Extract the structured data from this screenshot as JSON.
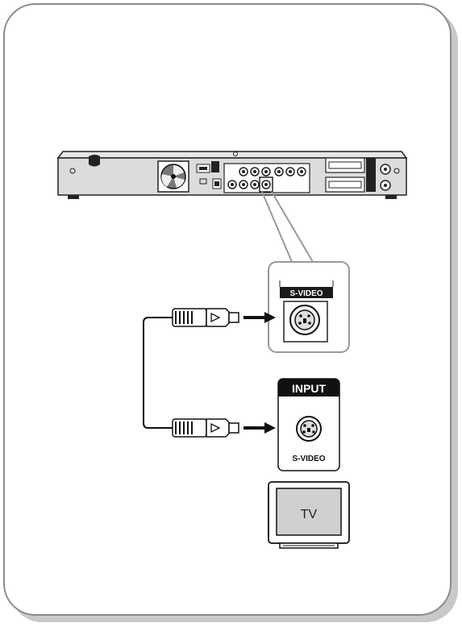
{
  "labels": {
    "jack_callout": "S-VIDEO",
    "tv_input_header": "INPUT",
    "tv_jack": "S-VIDEO",
    "tv": "TV"
  },
  "colors": {
    "frame_border": "#8a8a8a",
    "shadow": "#c8c8c8",
    "device_fill": "#d0d0d0",
    "line_dark": "#1a1a1a"
  }
}
